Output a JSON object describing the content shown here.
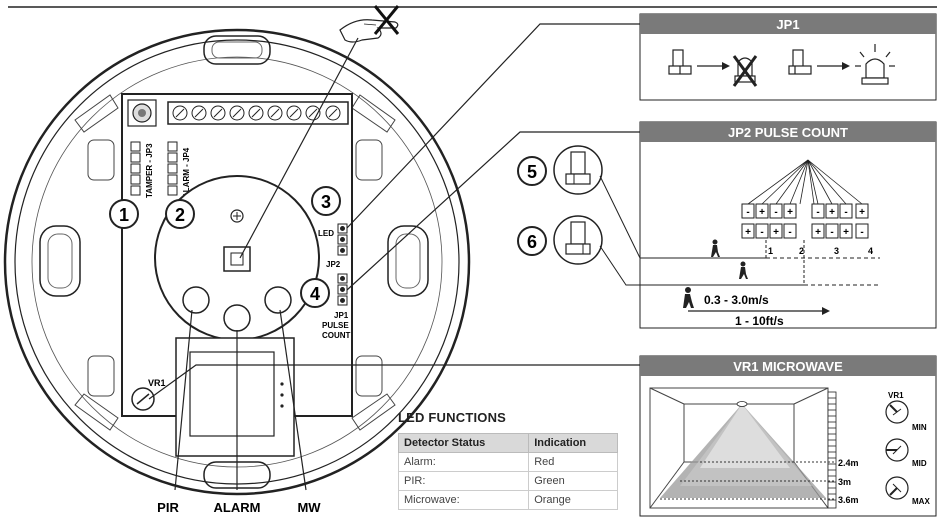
{
  "numbers": {
    "n1": "1",
    "n2": "2",
    "n3": "3",
    "n4": "4",
    "n5": "5",
    "n6": "6"
  },
  "board_labels": {
    "tamper_jp3": "TAMPER - JP3",
    "alarm_jp4": "ALARM - JP4",
    "led": "LED",
    "jp2": "JP2",
    "jp1": "JP1",
    "pulse": "PULSE",
    "count": "COUNT",
    "vr1": "VR1"
  },
  "bottom_labels": {
    "pir": "PIR",
    "alarm": "ALARM",
    "mw": "MW"
  },
  "panels": {
    "jp1": {
      "title": "JP1"
    },
    "jp2": {
      "title": "JP2 PULSE COUNT",
      "speed_ms": "0.3 - 3.0m/s",
      "speed_fts": "1 - 10ft/s",
      "ticks": [
        "1",
        "2",
        "3",
        "4"
      ],
      "signs_top": [
        "-",
        "+",
        "-",
        "+",
        "-",
        "+",
        "-",
        "+"
      ],
      "signs_bottom": [
        "+",
        "-",
        "+",
        "-",
        "+",
        "-",
        "+",
        "-"
      ]
    },
    "vr1": {
      "title": "VR1 MICROWAVE",
      "knob_label": "VR1",
      "ranges": [
        "2.4m",
        "3m",
        "3.6m"
      ],
      "settings": [
        "MIN",
        "MID",
        "MAX"
      ]
    }
  },
  "led_functions": {
    "title": "LED FUNCTIONS",
    "headers": [
      "Detector Status",
      "Indication"
    ],
    "rows": [
      [
        "Alarm:",
        "Red"
      ],
      [
        "PIR:",
        "Green"
      ],
      [
        "Microwave:",
        "Orange"
      ]
    ]
  },
  "colors": {
    "panel_header": "#7a7a7a",
    "line": "#222222"
  }
}
